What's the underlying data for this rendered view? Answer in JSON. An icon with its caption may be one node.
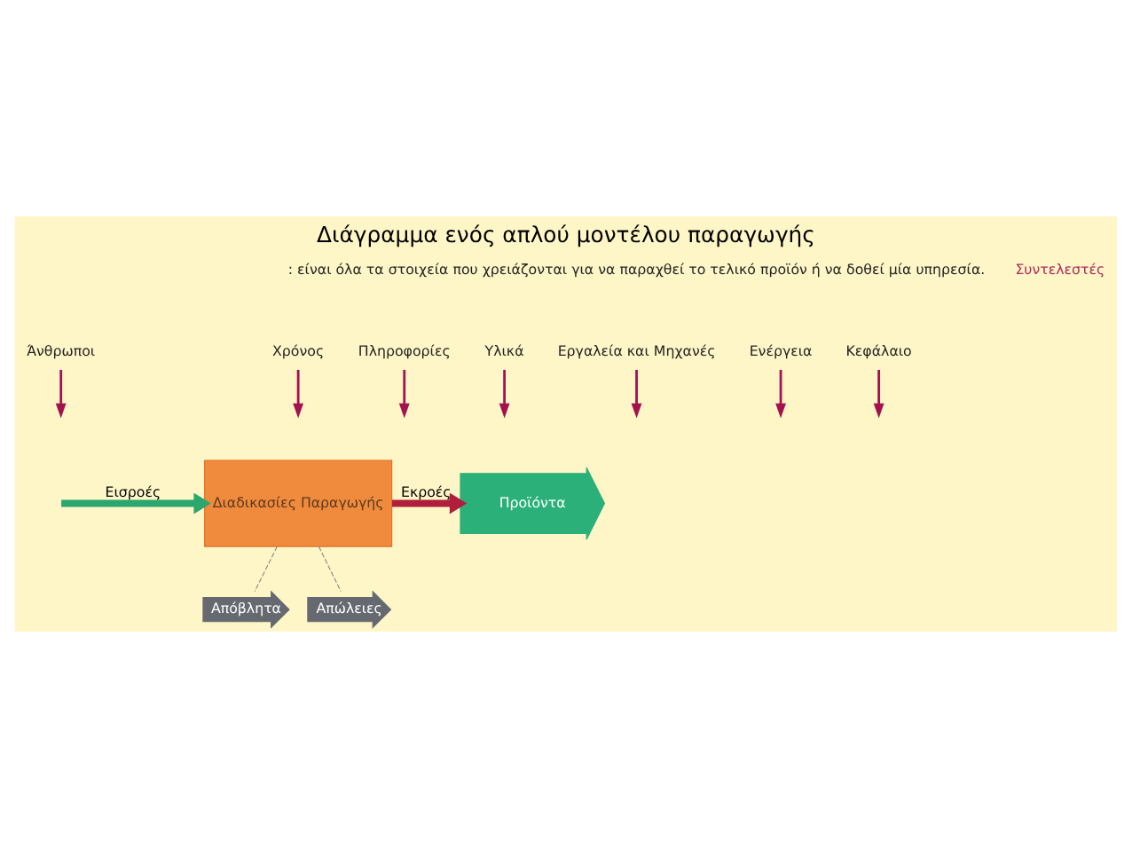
{
  "diagram": {
    "title": "Διάγραμμα ενός απλού μοντέλου παραγωγής",
    "nodes": [
      {
        "text": [
          "Άνθρωποι"
        ]
      },
      {
        "text": [
          "Πληροφορίες"
        ]
      },
      {
        "text": [
          "Υλικά"
        ]
      },
      {
        "text": [
          "Εργαλεία και Μηχανές"
        ]
      },
      {
        "text": [
          "Ενέργεια"
        ]
      },
      {
        "text": [
          "Κεφάλαιο"
        ]
      },
      {
        "text": [
          "Χρόνος"
        ]
      },
      {
        "text": [
          "Διαδικασίες Παραγωγής"
        ]
      },
      {
        "text": [
          "Απόβλητα"
        ]
      },
      {
        "text": [
          "Προϊόντα"
        ]
      },
      {
        "text": [
          "Απώλειες"
        ]
      }
    ],
    "edges": [
      {
        "from": 0,
        "to": null,
        "arrow": "to",
        "color": "#a3124f"
      },
      {
        "from": 1,
        "to": null,
        "arrow": "to",
        "color": "#a3124f"
      },
      {
        "from": 2,
        "to": null,
        "arrow": "to",
        "color": "#a3124f"
      },
      {
        "from": 3,
        "to": null,
        "arrow": "to",
        "color": "#a3124f"
      },
      {
        "from": 4,
        "to": null,
        "arrow": "to",
        "color": "#a3124f"
      },
      {
        "from": 5,
        "to": null,
        "arrow": "to",
        "color": "#a3124f"
      },
      {
        "from": 6,
        "to": null,
        "arrow": "to",
        "color": "#a3124f"
      },
      {
        "from": null,
        "to": 7,
        "arrow": "to",
        "label": "Εισροές",
        "style": "thick",
        "color": "#2aa66e"
      },
      {
        "from": 7,
        "to": 8,
        "arrow": "none",
        "style": "dashed",
        "color": "#888888"
      },
      {
        "from": 7,
        "to": 9,
        "arrow": "to",
        "label": "Εκροές",
        "style": "thick",
        "color": "#b01e3c"
      },
      {
        "from": 7,
        "to": 10,
        "arrow": "none",
        "style": "dashed",
        "color": "#888888"
      }
    ],
    "labels": [
      "Συντελεστές",
      ": είναι όλα τα στοιχεία που χρειάζονται για να παραχθεί το τελικό προϊόν ή να δοθεί μία υπηρεσία."
    ]
  }
}
